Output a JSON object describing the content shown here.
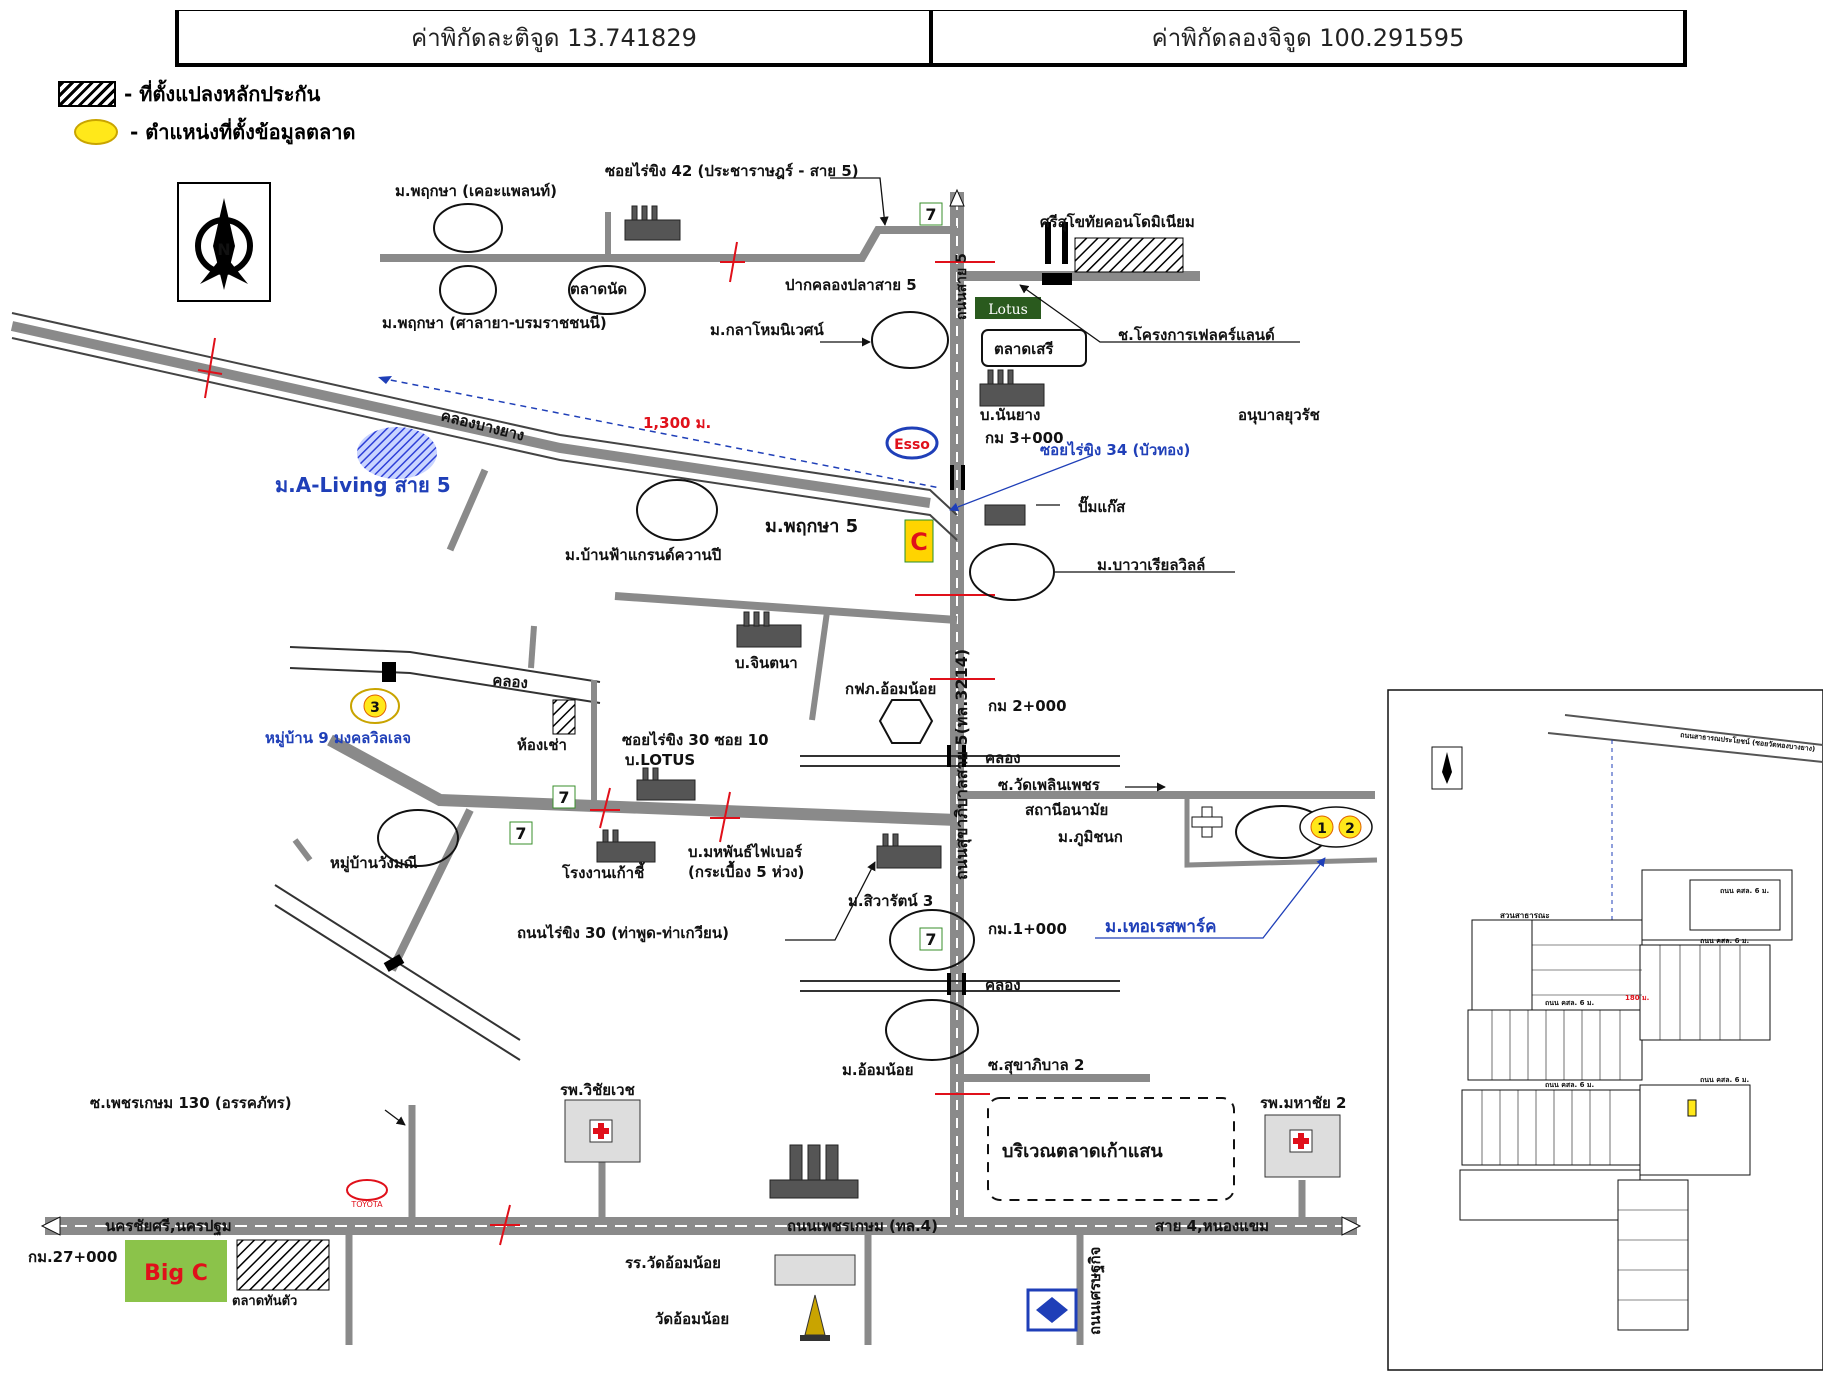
{
  "coords": {
    "lat_label": "ค่าพิกัดละติจูด 13.741829",
    "lng_label": "ค่าพิกัดลองจิจูด 100.291595"
  },
  "legend": {
    "collateral": "- ที่ตั้งแปลงหลักประกัน",
    "market": "- ตำแหน่งที่ตั้งข้อมูลตลาด"
  },
  "compass_letter": "N",
  "labels": {
    "soi42": "ซอยไร่ขิง 42 (ประชาราษฎร์ - สาย 5)",
    "phruksa_kp": "ม.พฤกษา (เคอะแพลนท์)",
    "sri_condo": "ศรีสุโขทัยคอนโดมิเนียม",
    "talad_nat": "ตลาดนัด",
    "pakklong": "ปากคลองปลาสาย 5",
    "lotus_small": "Lotus",
    "phruksa_sala": "ม.พฤกษา (ศาลายา-บรมราชชนนี)",
    "kasemniwet": "ม.กลาโหมนิเวศน์",
    "talad_seri": "ตลาดเสรี",
    "thai_heart": "ช.โครงการเฟลคร์แลนด์",
    "khlong_bangyang": "คลองบางยาง",
    "dist_1300": "1,300 ม.",
    "ban_nanyang": "บ.นันยาง",
    "anuban": "อนุบาลยุวรัช",
    "km3": "กม 3+000",
    "soi34": "ซอยไร่ขิง 34 (บัวทอง)",
    "a_living": "ม.A-Living สาย 5",
    "esso": "Esso",
    "pumkaew": "ปั๊มแก๊ส",
    "phruksa5": "ม.พฤกษา 5",
    "ban_grand": "ม.บ้านฟ้าแกรนด์ควานปี",
    "bawara": "ม.บาวาเรียลวิลล์",
    "ban_jintana": "บ.จินตนา",
    "sai_ornnoi": "กฟภ.อ้อมน้อย",
    "km2": "กม 2+000",
    "khlong_a": "คลอง",
    "m9": "หมู่บ้าน 9 มงคลวิลเลจ",
    "hong_thao": "ห้องเช่า",
    "soi30_10": "ซอยไร่ขิง 30 ซอย 10",
    "b_lotus": "บ.LOTUS",
    "khlong_b": "คลอง",
    "soi_watphoen": "ซ.วัดเพลินเพชร",
    "sathani": "สถานีอนามัย",
    "phumisanok": "ม.ภูมิชนก",
    "wangmani": "หมู่บ้านวังมณี",
    "rongngan_kao": "โรงงานเก้าชี้",
    "mahaphan": "บ.มหพันธ์ไฟเบอร์",
    "kraboeng": "(กระเบื้อง 5 ห่วง)",
    "siwarat3": "ม.สิวารัตน์ 3",
    "thanon_raikhing": "ถนนไร่ขิง 30 (ท่าพูด-ท่าเกวียน)",
    "km1": "กม.1+000",
    "terrace": "ม.เทอเรสพาร์ค",
    "khlong_c": "คลอง",
    "ornnoi_m": "ม.อ้อมน้อย",
    "sukhaphiban2": "ซ.สุขาภิบาล 2",
    "rp_wichai": "รพ.วิชัยเวช",
    "rp_mahachai": "รพ.มหาชัย 2",
    "soi130": "ซ.เพชรเกษม 130 (อรรคภัทร)",
    "market_area": "บริเวณตลาดเก้าแสน",
    "nakhon": "นครชัยศรี,นครปฐม",
    "phetkasem": "ถนนเพชรเกษม (ทล.4)",
    "sai4": "สาย 4,หนองแขม",
    "km27": "กม.27+000",
    "talad_thantan": "ตลาดทันตัว",
    "rr_wat": "รร.วัดอ้อมน้อย",
    "wat_ornnoi": "วัดอ้อมน้อย",
    "thanon_setthakij": "ถนนเศรษฐกิจ",
    "main_road": "ถนนสุขาภิบาลสาย 5(ทล.3214)",
    "main_road_top": "ถนนสาย 5",
    "big_c": "Big C",
    "toyota": "TOYOTA",
    "c_extra": "C"
  },
  "markers": {
    "m3": "3",
    "m1": "1",
    "m2": "2"
  },
  "inset": {
    "top_road": "ถนนสาธารณประโยชน์ (ซอยวัดทองบางยาง)",
    "plot_label": "สวนสาธารณะ",
    "road_a": "ถนน คสล. 6 ม.",
    "road_b": "ถนน คสล. 6 ม.",
    "road_c": "ถนน คสล. 6 ม.",
    "road_d": "ถนน คสล. 6 ม.",
    "road_e": "ถนน คสล. 6 ม.",
    "dist": "180 ม."
  },
  "colors": {
    "road": "#8a8a8a",
    "marker_fill": "#ffe81a",
    "cut_red": "#e0101a",
    "blue_label": "#1f3fb8",
    "seven_green": "#3a8f2b"
  }
}
